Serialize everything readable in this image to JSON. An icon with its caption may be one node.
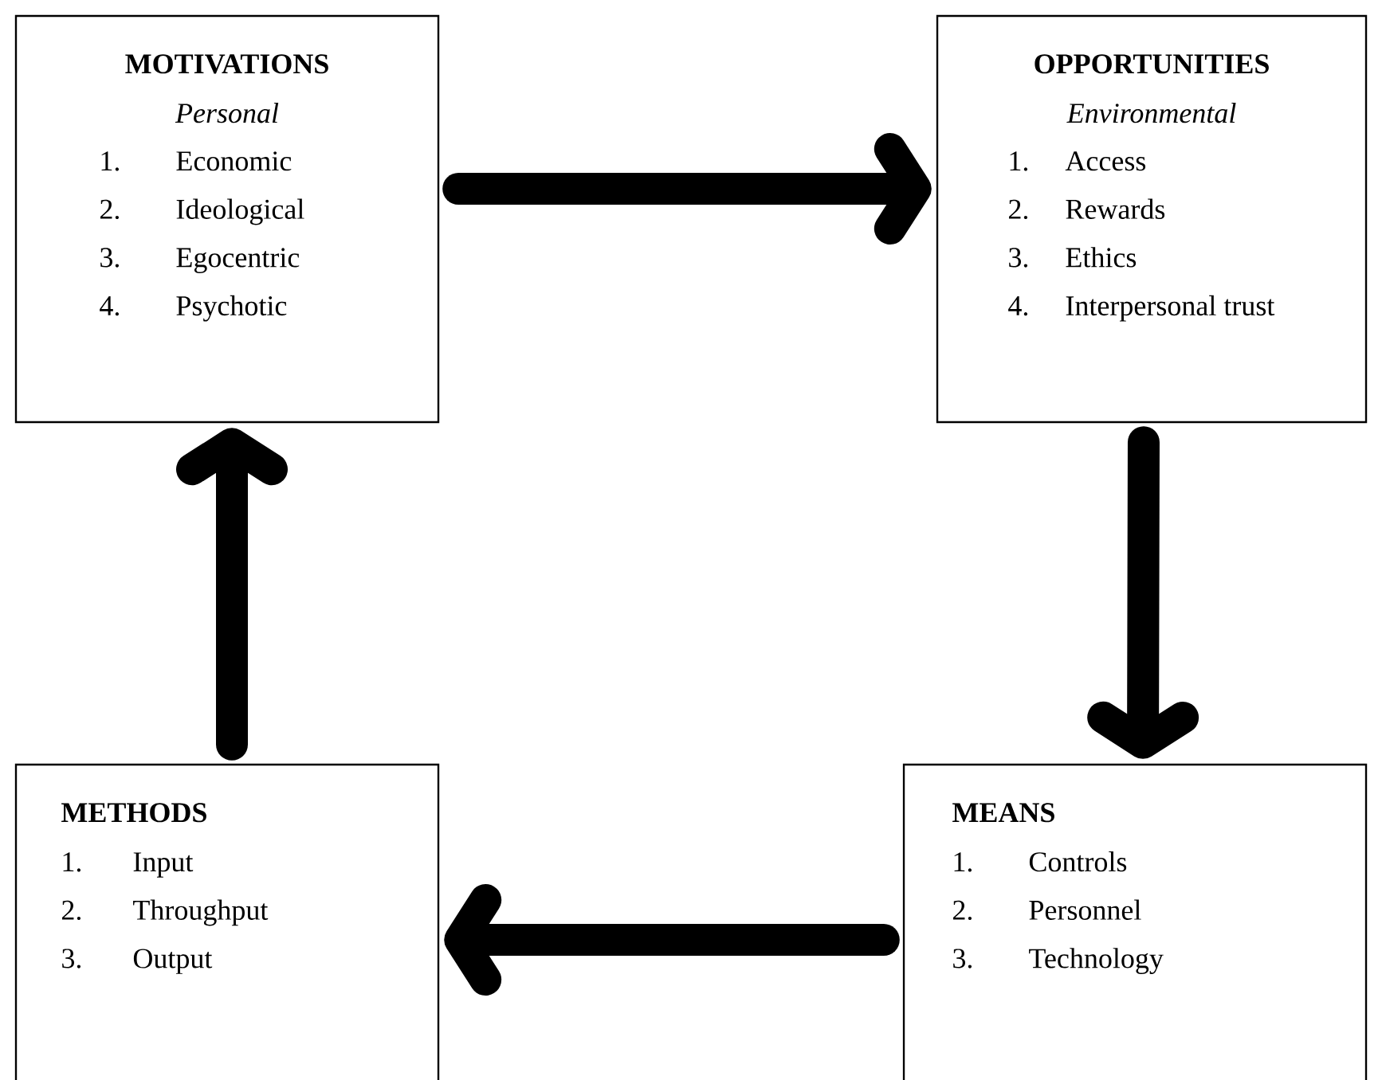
{
  "diagram": {
    "nodes": [
      {
        "text": [
          "MOTIVATIONS",
          "Personal",
          "1.",
          "Economic",
          "2.",
          "Ideological",
          "3.",
          "Egocentric",
          "4.",
          "Psychotic"
        ]
      },
      {
        "text": [
          "OPPORTUNITIES",
          "Environmental",
          "1.",
          "Access",
          "2.",
          "Rewards",
          "3.",
          "Ethics",
          "4.",
          "Interpersonal trust"
        ]
      },
      {
        "text": [
          "METHODS",
          "1.",
          "Input",
          "2.",
          "Throughput",
          "3.",
          "Output"
        ]
      },
      {
        "text": [
          "MEANS",
          "1.",
          "Controls",
          "2.",
          "Personnel",
          "3.",
          "Technology"
        ]
      }
    ],
    "edges": [
      {
        "from": 0,
        "to": 1,
        "arrow": "to"
      },
      {
        "from": 1,
        "to": 3,
        "arrow": "to"
      },
      {
        "from": 3,
        "to": 2,
        "arrow": "to"
      },
      {
        "from": 2,
        "to": 0,
        "arrow": "to"
      }
    ]
  }
}
